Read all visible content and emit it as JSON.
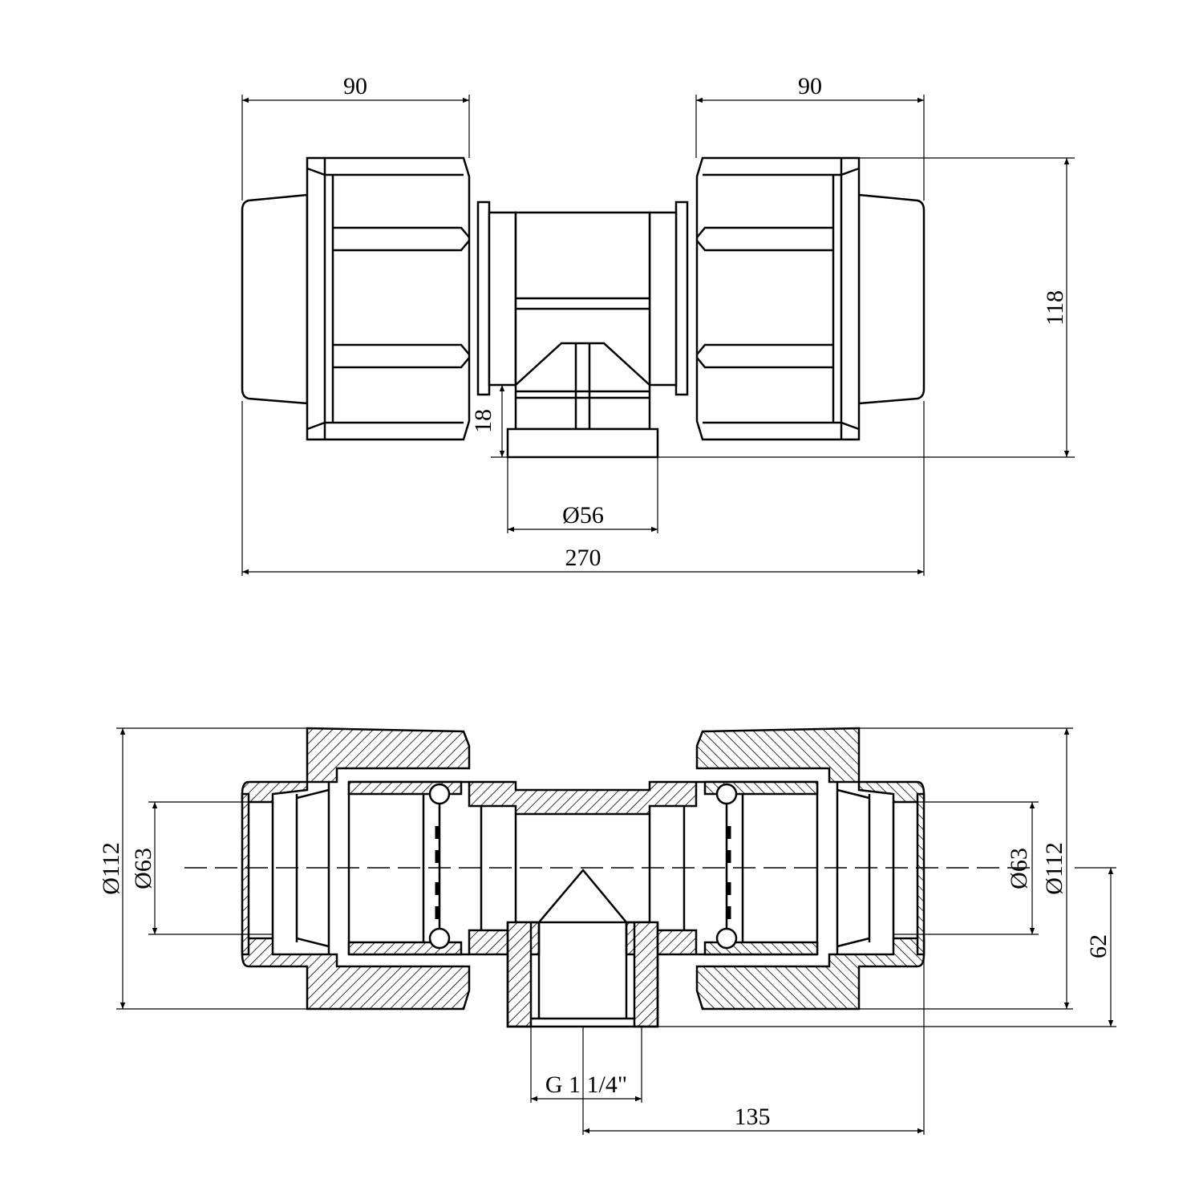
{
  "top_view": {
    "dim_left_nut_length": "90",
    "dim_right_nut_length": "90",
    "dim_height": "118",
    "dim_branch_height": "18",
    "dim_branch_diameter": "Ø56",
    "dim_overall_length": "270"
  },
  "section_view": {
    "dim_left_outer_diameter": "Ø112",
    "dim_left_pipe_diameter": "Ø63",
    "dim_right_pipe_diameter": "Ø63",
    "dim_right_outer_diameter": "Ø112",
    "dim_branch_offset": "62",
    "dim_thread": "G 1 1/4\"",
    "dim_half_length": "135"
  }
}
